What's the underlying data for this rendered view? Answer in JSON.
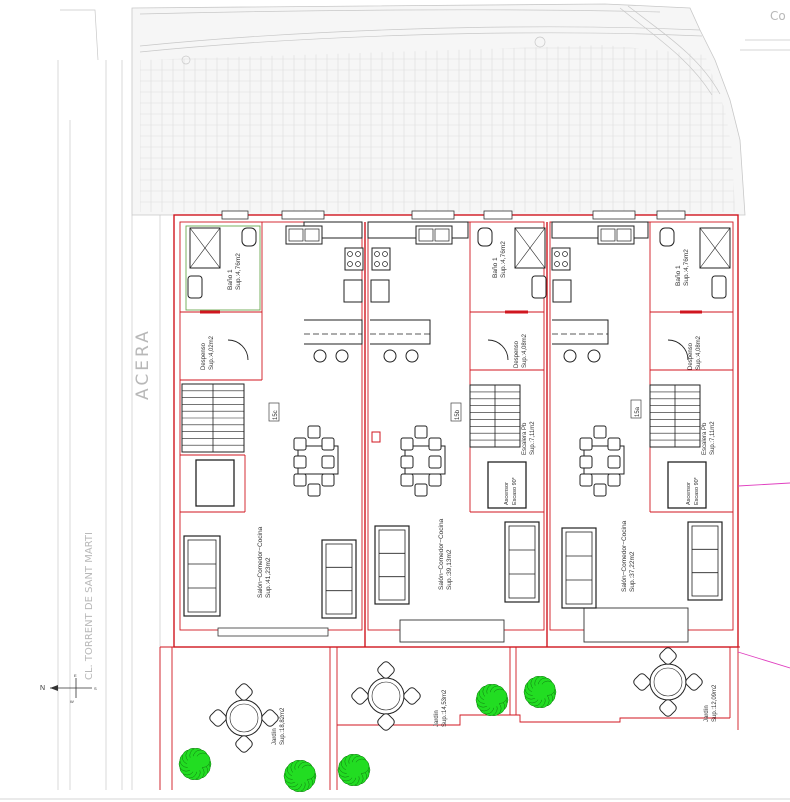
{
  "street": {
    "name": "CL. TORRENT DE SANT MARTI",
    "sidewalk": "ACERA",
    "corner_text": "Co"
  },
  "units": [
    {
      "bath": {
        "name": "Baño 1",
        "area": "Sup.:4,76m2"
      },
      "pantry": {
        "name": "Despenso",
        "area": "Sup.:4,02m2"
      },
      "living": {
        "name": "Salón−Comedor−Cocina",
        "area": "Sup.:41,23m2"
      },
      "steps_tag": "15c",
      "garden": {
        "name": "Jardín",
        "area": "Sup.:18,82m2"
      }
    },
    {
      "bath": {
        "name": "Baño 1",
        "area": "Sup.:4,76m2"
      },
      "pantry": {
        "name": "Despenso",
        "area": "Sup.:4,08m2"
      },
      "living": {
        "name": "Salón−Comedor−Cocina",
        "area": "Sup.:39,13m2"
      },
      "stair": {
        "name": "Escalera Pb",
        "area": "Sup.:7,11m2"
      },
      "lift": {
        "name": "Ascensor",
        "size": "Escaso 90*"
      },
      "steps_tag": "15b",
      "garden": {
        "name": "Jardín",
        "area": "Sup.:14,53m2"
      }
    },
    {
      "bath": {
        "name": "Baño 1",
        "area": "Sup.:4,76m2"
      },
      "pantry": {
        "name": "Despenso",
        "area": "Sup.:4,08m2"
      },
      "living": {
        "name": "Salón−Comedor−Cocina",
        "area": "Sup.:37,22m2"
      },
      "stair": {
        "name": "Escalera Pb",
        "area": "Sup.:7,11m2"
      },
      "lift": {
        "name": "Ascensor",
        "size": "Escaso 90*"
      },
      "steps_tag": "15a",
      "garden": {
        "name": "Jardín",
        "area": "Sup.:12,09m2"
      }
    }
  ],
  "compass": {
    "north": "N",
    "east": "E",
    "west": "W",
    "south": "S"
  },
  "colors": {
    "wall": "#d0161f",
    "tree": "#22dd22",
    "hedge": "#6aa84f",
    "magenta": "#e040c0",
    "street_grey": "#cfcfcf"
  }
}
